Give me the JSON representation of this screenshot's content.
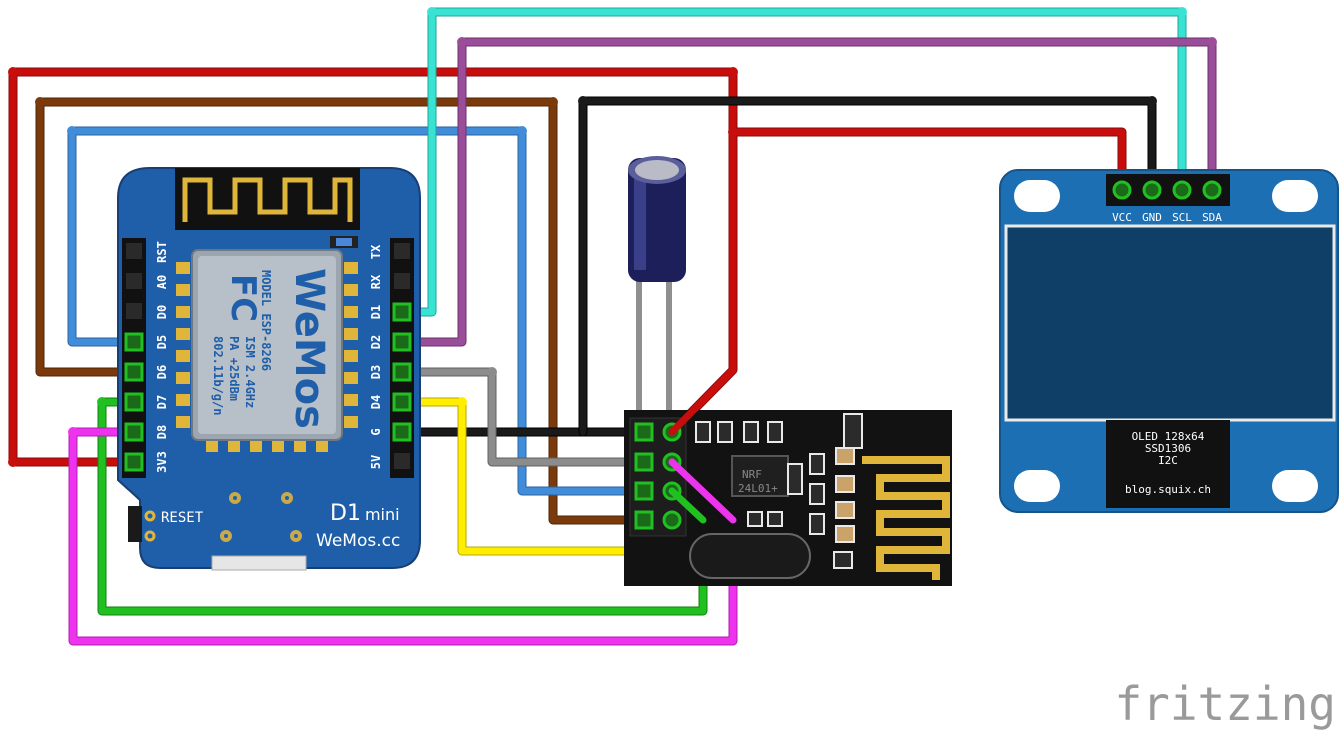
{
  "d1mini": {
    "left_pins": [
      "RST",
      "A0",
      "D0",
      "D5",
      "D6",
      "D7",
      "D8",
      "3V3"
    ],
    "right_pins": [
      "TX",
      "RX",
      "D1",
      "D2",
      "D3",
      "D4",
      "G",
      "5V"
    ],
    "module_model": "MODEL ESP-8266",
    "module_specs": [
      "ISM 2.4GHz",
      "PA +25dBm",
      "802.11b/g/n"
    ],
    "fcc_mark": "FC",
    "logo": "WeMos",
    "reset_label": "RESET",
    "name": "D1",
    "name_suffix": "mini",
    "site": "WeMos.cc"
  },
  "oled": {
    "pins": [
      "VCC",
      "GND",
      "SCL",
      "SDA"
    ],
    "label_lines": [
      "OLED 128x64",
      "SSD1306",
      "I2C"
    ],
    "credit": "blog.squix.ch"
  },
  "nrf": {
    "chip_label_1": "NRF",
    "chip_label_2": "24L01+"
  },
  "branding": {
    "fritzing": "fritzing"
  },
  "colors": {
    "wire_red": "#c80d0d",
    "wire_brown": "#7a3a0b",
    "wire_blue": "#418dd9",
    "wire_cyan": "#39e3d3",
    "wire_purple": "#9a4e9a",
    "wire_black": "#1a1a1a",
    "wire_gray": "#8c8c8c",
    "wire_yellow": "#ffee00",
    "wire_green": "#20c020",
    "wire_magenta": "#ee33ee",
    "board_blue": "#1f5ea8",
    "oled_blue": "#1d6fb4",
    "oled_screen": "#0f3f66"
  }
}
